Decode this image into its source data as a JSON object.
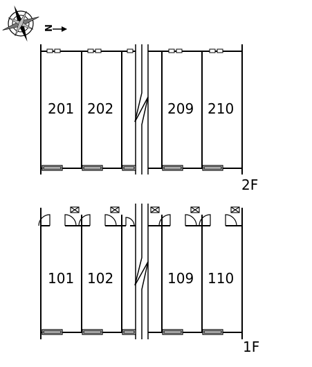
{
  "compass": {
    "north_label": "N",
    "icon": "compass-rose-icon"
  },
  "floors": [
    {
      "label": "2F",
      "units": [
        "201",
        "202",
        "209",
        "210"
      ]
    },
    {
      "label": "1F",
      "units": [
        "101",
        "102",
        "109",
        "110"
      ]
    }
  ]
}
